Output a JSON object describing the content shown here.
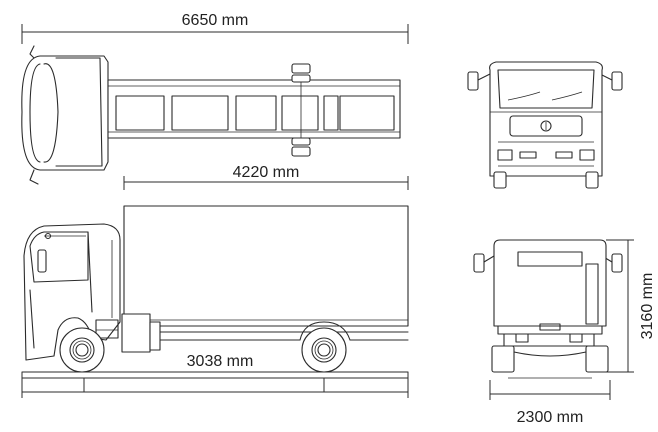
{
  "dimensions": {
    "overall_length": "6650 mm",
    "body_length": "4220 mm",
    "wheelbase": "3038 mm",
    "overall_height": "3160 mm",
    "overall_width": "2300 mm"
  },
  "views": {
    "top": "top-view",
    "side": "side-view",
    "front": "front-view",
    "rear": "rear-view"
  }
}
